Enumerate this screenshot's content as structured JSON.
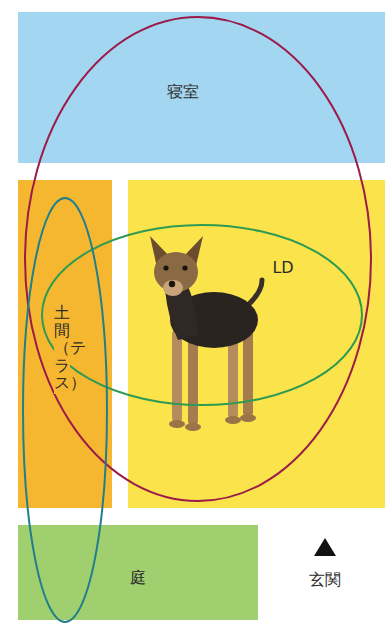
{
  "diagram": {
    "nodes": [
      {
        "text": [
          "寝室"
        ]
      },
      {
        "text": [
          "土間（テラス）"
        ]
      },
      {
        "text": [
          "LD"
        ]
      },
      {
        "text": [
          "庭"
        ]
      }
    ],
    "labels": [
      "玄関"
    ]
  }
}
